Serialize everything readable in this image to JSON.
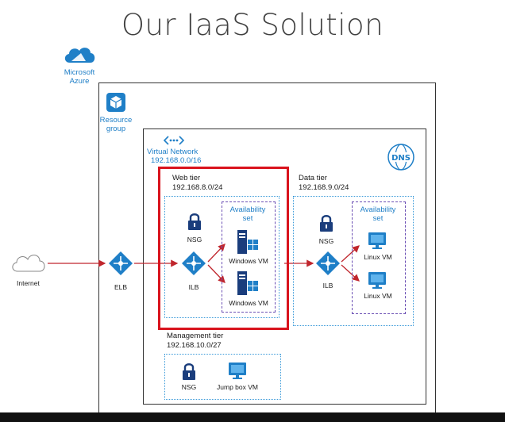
{
  "slide": {
    "title": "Our IaaS Solution"
  },
  "azure": {
    "line1": "Microsoft",
    "line2": "Azure"
  },
  "resource_group": {
    "line1": "Resource",
    "line2": "group"
  },
  "virtual_network": {
    "name": "Virtual Network",
    "cidr": "192.168.0.0/16",
    "dns": "DNS"
  },
  "internet": {
    "label": "Internet"
  },
  "elb": {
    "label": "ELB"
  },
  "web_tier": {
    "name": "Web tier",
    "cidr": "192.168.8.0/24",
    "nsg": "NSG",
    "ilb": "ILB",
    "availability_set_line1": "Availability",
    "availability_set_line2": "set",
    "vm1": "Windows VM",
    "vm2": "Windows VM"
  },
  "data_tier": {
    "name": "Data tier",
    "cidr": "192.168.9.0/24",
    "nsg": "NSG",
    "ilb": "ILB",
    "availability_set_line1": "Availability",
    "availability_set_line2": "set",
    "vm1": "Linux VM",
    "vm2": "Linux VM"
  },
  "management_tier": {
    "name": "Management tier",
    "cidr": "192.168.10.0/27",
    "nsg": "NSG",
    "jumpbox": "Jump box VM"
  },
  "colors": {
    "azure_blue": "#1f7fc7",
    "highlight_red": "#d9131d",
    "arrow_red": "#c0262d",
    "avset_purple": "#6b4fb4"
  }
}
